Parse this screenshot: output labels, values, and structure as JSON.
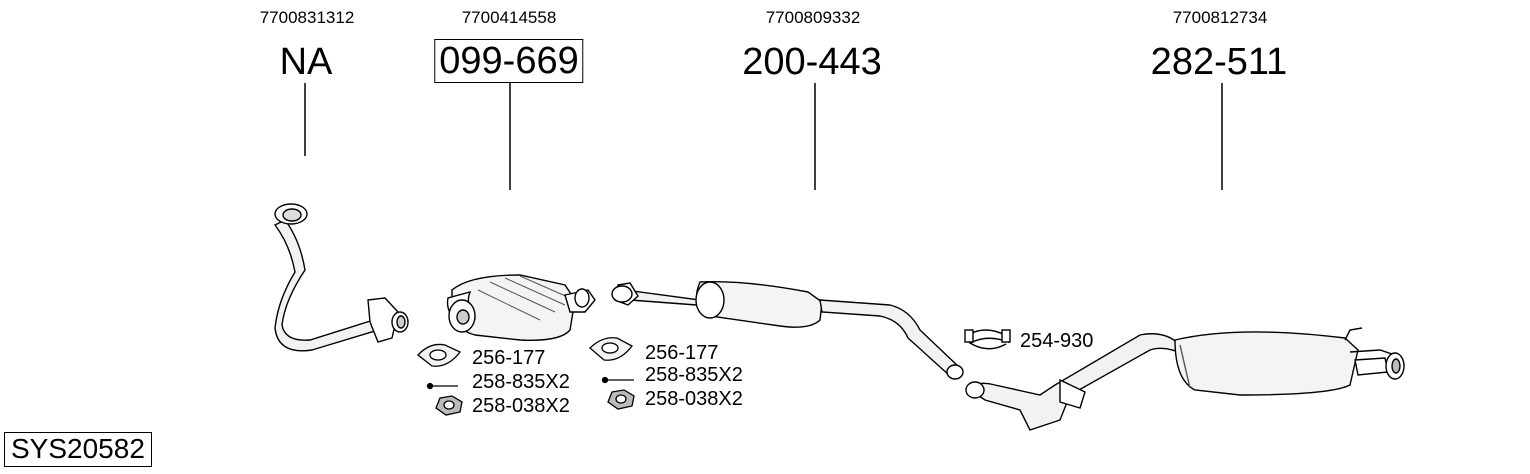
{
  "system_code": "SYS20582",
  "parts": [
    {
      "oe_number": "7700831312",
      "part_number": "NA",
      "boxed": false
    },
    {
      "oe_number": "7700414558",
      "part_number": "099-669",
      "boxed": true
    },
    {
      "oe_number": "7700809332",
      "part_number": "200-443",
      "boxed": false
    },
    {
      "oe_number": "7700812734",
      "part_number": "282-511",
      "boxed": false
    }
  ],
  "fittings_group_1": [
    "256-177",
    "258-835X2",
    "258-038X2"
  ],
  "fittings_group_2": [
    "256-177",
    "258-835X2",
    "258-038X2"
  ],
  "clamp_label": "254-930"
}
